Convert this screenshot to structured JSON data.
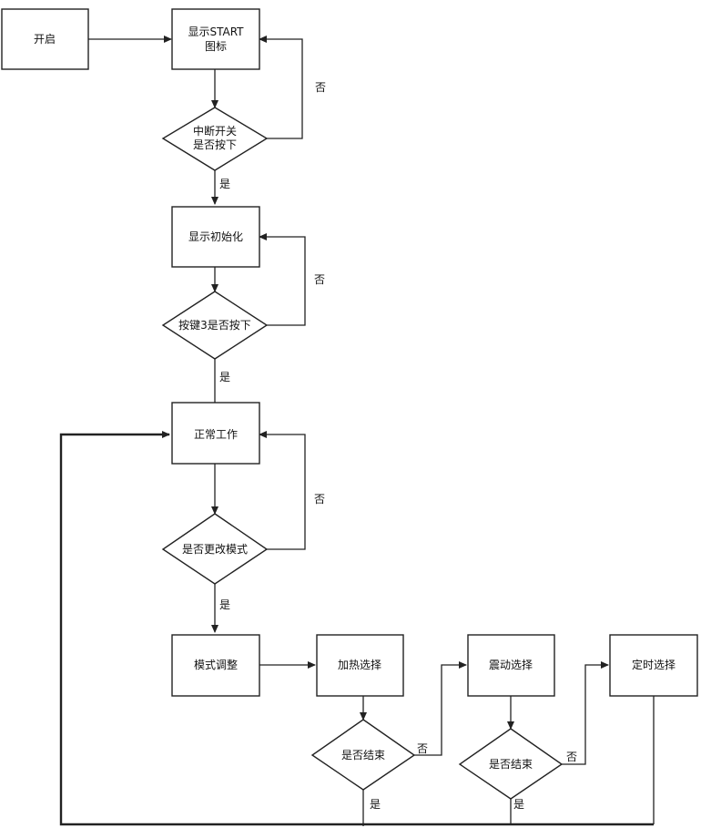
{
  "nodes": {
    "start": "开启",
    "show_start_l1": "显示START",
    "show_start_l2": "图标",
    "interrupt_l1": "中断开关",
    "interrupt_l2": "是否按下",
    "show_init": "显示初始化",
    "key3": "按键3是否按下",
    "normal_work": "正常工作",
    "change_mode": "是否更改模式",
    "mode_adjust": "模式调整",
    "heat_select": "加热选择",
    "heat_end": "是否结束",
    "vibe_select": "震动选择",
    "vibe_end": "是否结束",
    "timer_select": "定时选择"
  },
  "edge_labels": {
    "interrupt_no": "否",
    "interrupt_yes": "是",
    "key3_no": "否",
    "key3_yes": "是",
    "change_no": "否",
    "change_yes": "是",
    "heat_no": "否",
    "heat_yes": "是",
    "vibe_no": "否",
    "vibe_yes": "是"
  },
  "colors": {
    "stroke": "#222222",
    "fill": "#ffffff",
    "text": "#111111"
  }
}
